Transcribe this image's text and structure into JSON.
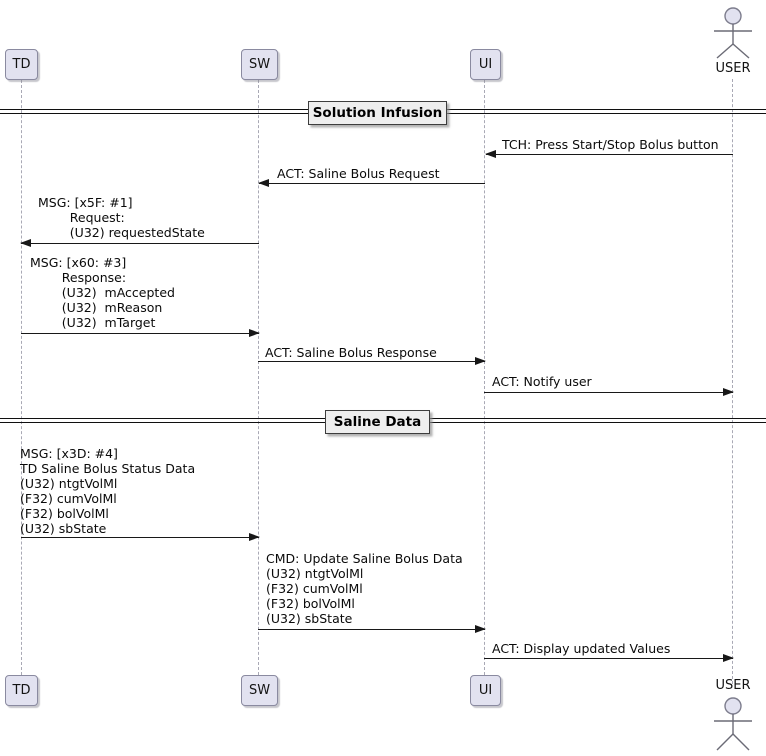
{
  "participants": [
    {
      "id": "TD",
      "label": "TD"
    },
    {
      "id": "SW",
      "label": "SW"
    },
    {
      "id": "UI",
      "label": "UI"
    }
  ],
  "actor": {
    "label": "USER"
  },
  "dividers": [
    {
      "label": "Solution Infusion"
    },
    {
      "label": "Saline Data"
    }
  ],
  "messages": [
    {
      "from": "USER",
      "to": "UI",
      "label": "TCH: Press Start/Stop Bolus button"
    },
    {
      "from": "UI",
      "to": "SW",
      "label": "ACT: Saline Bolus Request"
    },
    {
      "from": "SW",
      "to": "TD",
      "label": "MSG: [x5F: #1]\n        Request:\n        (U32) requestedState"
    },
    {
      "from": "TD",
      "to": "SW",
      "label": "MSG: [x60: #3]\n        Response:\n        (U32)  mAccepted\n        (U32)  mReason\n        (U32)  mTarget"
    },
    {
      "from": "SW",
      "to": "UI",
      "label": "ACT: Saline Bolus Response"
    },
    {
      "from": "UI",
      "to": "USER",
      "label": "ACT: Notify user"
    },
    {
      "from": "TD",
      "to": "SW",
      "label": "MSG: [x3D: #4]\nTD Saline Bolus Status Data\n(U32) ntgtVolMl\n(F32) cumVolMl\n(F32) bolVolMl\n(U32) sbState"
    },
    {
      "from": "SW",
      "to": "UI",
      "label": "CMD: Update Saline Bolus Data\n(U32) ntgtVolMl\n(F32) cumVolMl\n(F32) bolVolMl\n(U32) sbState"
    },
    {
      "from": "UI",
      "to": "USER",
      "label": "ACT: Display updated Values"
    }
  ],
  "colors": {
    "participant_fill": "#E2E2F0",
    "participant_border": "#8A8AA0",
    "divider_fill": "#EEEEEE",
    "arrow": "#181818",
    "lifeline": "#A9A9B5"
  }
}
